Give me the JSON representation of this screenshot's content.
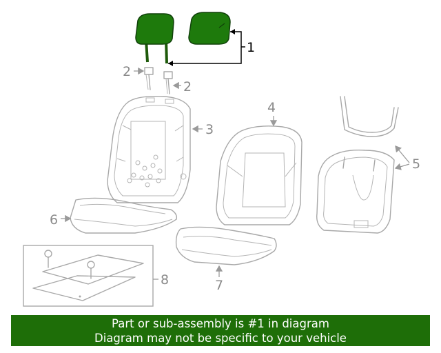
{
  "colors": {
    "highlight": "#1e7a0c",
    "banner_bg": "#1e6e08",
    "banner_text": "#ffffff",
    "part_outline": "#a8a8a8"
  },
  "callouts": {
    "headrest": "1",
    "guide_left": "2",
    "guide_right": "2",
    "back_frame": "3",
    "back_cushion": "4",
    "back_panel": "5",
    "cushion_pad": "6",
    "seat_cushion": "7",
    "mat": "8"
  },
  "banner": {
    "line1": "Part or sub-assembly is #1 in diagram",
    "line2": "Diagram may not be specific to your vehicle"
  }
}
